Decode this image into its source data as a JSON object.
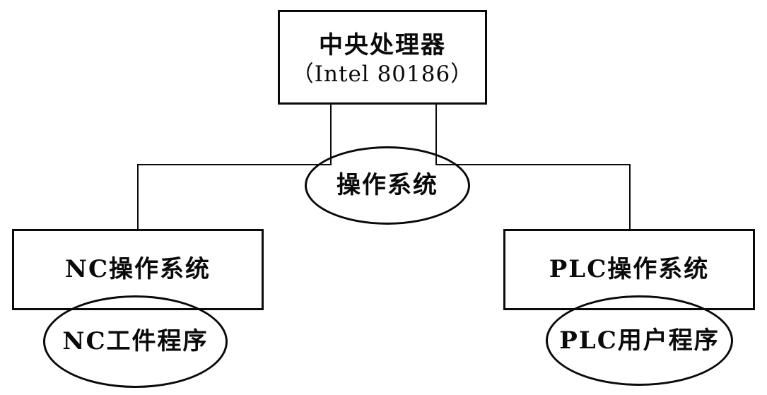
{
  "diagram": {
    "cpu_box": {
      "line1": "中央处理器",
      "line2": "（Intel 80186）"
    },
    "os_ellipse": {
      "label": "操作系统"
    },
    "nc_os_box": {
      "label": "NC操作系统"
    },
    "plc_os_box": {
      "label": "PLC操作系统"
    },
    "nc_program_ellipse": {
      "label": "NC工件程序"
    },
    "plc_program_ellipse": {
      "label": "PLC用户程序"
    },
    "colors": {
      "stroke": "#0a0a0a",
      "background": "#ffffff"
    }
  }
}
